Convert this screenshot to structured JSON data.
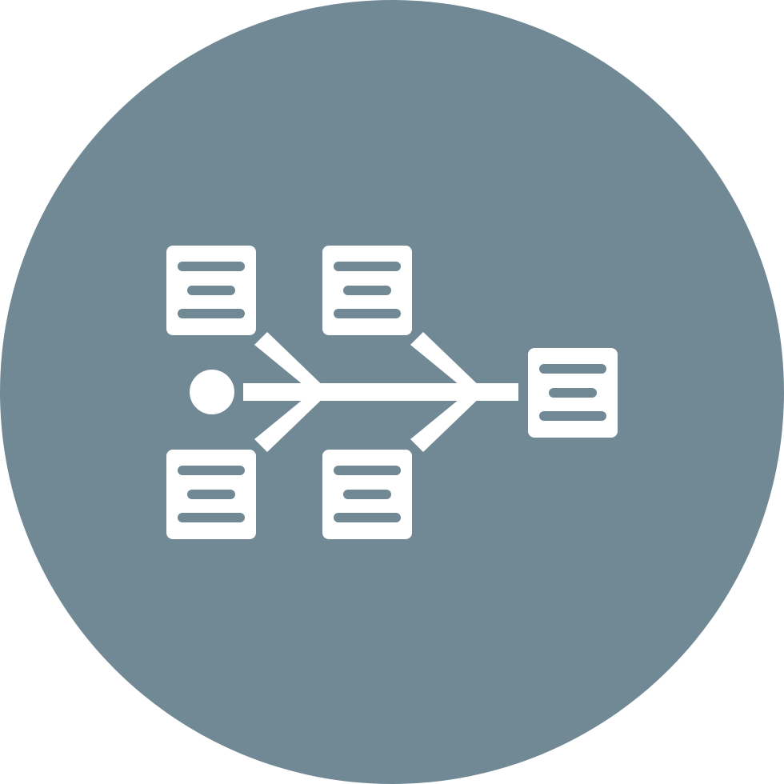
{
  "icon": {
    "name": "fishbone-diagram-icon",
    "background_color": "#718995",
    "foreground_color": "#ffffff",
    "background_shape": "circle",
    "elements": {
      "cause_boxes": 4,
      "effect_box": 1,
      "lines_per_box": 3,
      "spine_start": "dot"
    }
  }
}
